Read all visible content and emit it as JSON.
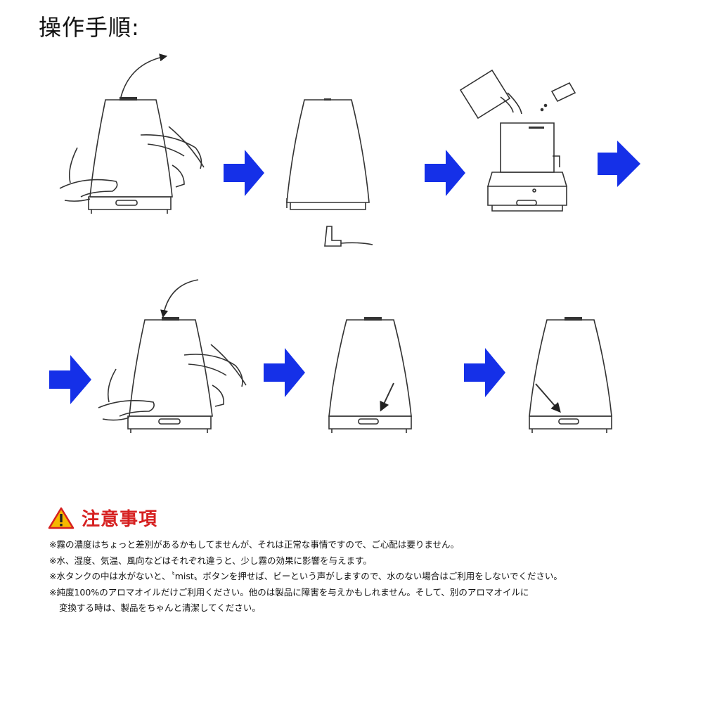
{
  "title": "操作手順:",
  "warning": {
    "icon": "warning-triangle-icon",
    "title": "注意事項",
    "color": "#d62020"
  },
  "notes": [
    "※霧の濃度はちょっと差別があるかもしてませんが、それは正常な事情ですので、ご心配は要りません。",
    "※水、湿度、気温、風向などはそれぞれ違うと、少し霧の効果に影響を与えます。",
    "※水タンクの中は水がないと、〝mist〟ボタンを押せば、ビーという声がしますので、水のない場合はご利用をしないでください。",
    "※純度100%のアロマオイルだけご利用ください。他のは製品に障害を与えかもしれません。そして、別のアロマオイルに",
    "変換する時は、製品をちゃんと清潔してください。"
  ],
  "colors": {
    "arrow": "#1530e8",
    "line": "#333333"
  }
}
